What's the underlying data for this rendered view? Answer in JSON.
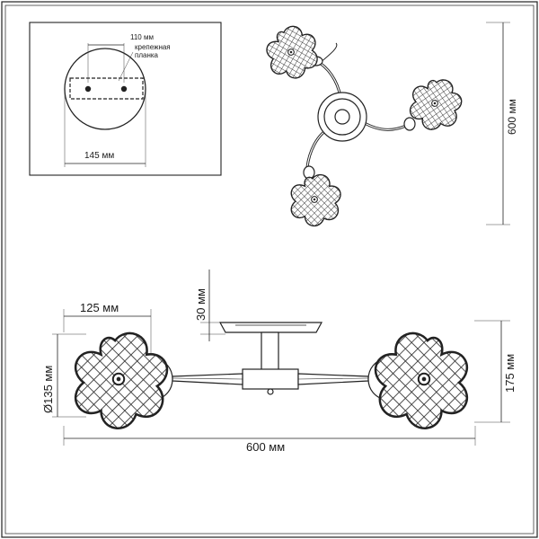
{
  "plate_inset": {
    "hole_spacing": "110 мм",
    "bracket_label_1": "крепежная",
    "bracket_label_2": "планка",
    "plate_diameter": "145 мм"
  },
  "top_view": {
    "overall_length": "600 мм"
  },
  "side_view": {
    "shade_width": "125 мм",
    "canopy_height": "30 мм",
    "shade_diameter": "Ø135 мм",
    "overall_height": "175 мм",
    "overall_width": "600 мм"
  }
}
